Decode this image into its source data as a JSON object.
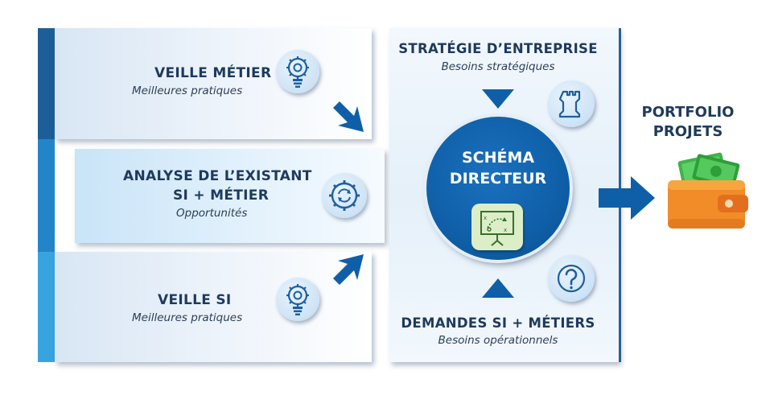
{
  "veille_metier": {
    "title": "VEILLE MÉTIER",
    "subtitle": "Meilleures pratiques"
  },
  "analyse": {
    "title_line1": "ANALYSE DE L’EXISTANT",
    "title_line2": "SI + MÉTIER",
    "subtitle": "Opportunités"
  },
  "veille_si": {
    "title": "VEILLE SI",
    "subtitle": "Meilleures pratiques"
  },
  "strategie": {
    "title": "STRATÉGIE D’ENTREPRISE",
    "subtitle": "Besoins stratégiques"
  },
  "demandes": {
    "title": "DEMANDES SI + MÉTIERS",
    "subtitle": "Besoins opérationnels"
  },
  "schema": {
    "line1": "SCHÉMA",
    "line2": "DIRECTEUR"
  },
  "portfolio": {
    "line1": "PORTFOLIO",
    "line2": "PROJETS"
  },
  "colors": {
    "strip_top": "#1c5f98",
    "strip_mid": "#2385c9",
    "strip_bottom": "#37a4df",
    "arrow": "#0f5fa8",
    "title_text": "#1e3a5c"
  },
  "icons": {
    "veille_metier": "gear-bulb-icon",
    "analyse": "gear-cycle-icon",
    "veille_si": "gear-bulb-icon",
    "strategie": "chess-rook-icon",
    "demandes": "question-mark-icon",
    "schema": "strategy-board-icon",
    "portfolio": "wallet-money-icon"
  }
}
